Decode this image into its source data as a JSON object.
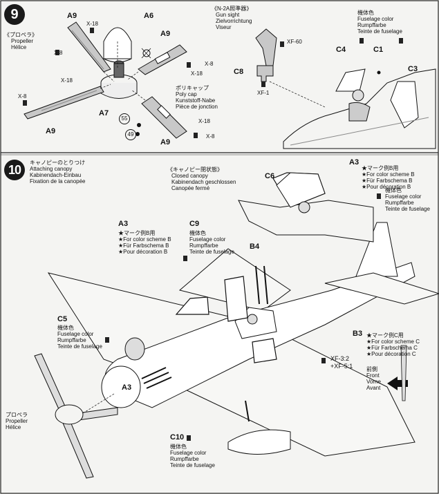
{
  "step9": {
    "number": "9",
    "title_lines": [
      "《プロペラ》",
      "Propeller",
      "Hélice"
    ],
    "gunsight_lines": [
      "《N-2A照準器》",
      "Gun sight",
      "Zielvorrichtung",
      "Viseur"
    ],
    "polycap_lines": [
      "ポリキャップ",
      "Poly cap",
      "Kunststoff-Nabe",
      "Pièce de jonction"
    ],
    "fuselage_lines": [
      "機体色",
      "Fuselage color",
      "Rumpffarbe",
      "Teinte de fuselage"
    ],
    "parts": {
      "A9_top": "A9",
      "A6": "A6",
      "A9_right": "A9",
      "A9_left": "A9",
      "A7": "A7",
      "A9_bottom": "A9",
      "C8": "C8",
      "C4": "C4",
      "C1": "C1",
      "C3": "C3"
    },
    "codes": {
      "x18_a": "X-18",
      "x8_a": "X-8",
      "x18_b": "X-18",
      "x8_b": "X-8",
      "x8_c": "X-8",
      "x18_c": "X-18",
      "x18_d": "X-18",
      "x8_d": "X-8",
      "xf60": "XF-60",
      "xf1": "XF-1"
    },
    "circled": [
      "55",
      "49"
    ]
  },
  "step10": {
    "number": "10",
    "title_lines": [
      "キャノピーのとりつけ",
      "Attaching canopy",
      "Kabinendach-Einbau",
      "Fixation de la canopée"
    ],
    "closed_lines": [
      "《キャノピー閉状態》",
      "Closed canopy",
      "Kabinendach geschlossen",
      "Canopée fermé"
    ],
    "scheme_b_lines": [
      "★マーク例B用",
      "★For color scheme B",
      "★Für Farbschema B",
      "★Pour décoration B"
    ],
    "scheme_c_lines": [
      "★マーク例C用",
      "★For color scheme C",
      "★Für Farbschema C",
      "★Pour décoration C"
    ],
    "fuselage_lines": [
      "機体色",
      "Fuselage color",
      "Rumpffarbe",
      "Teinte de fuselage"
    ],
    "front_lines": [
      "前側",
      "Front",
      "Vorne",
      "Avant"
    ],
    "propeller_lines": [
      "プロペラ",
      "Propeller",
      "Hélice"
    ],
    "parts": {
      "A3_top": "A3",
      "C6": "C6",
      "A3_mid": "A3",
      "C9": "C9",
      "B4": "B4",
      "C5": "C5",
      "B3": "B3",
      "A3_low": "A3",
      "C10": "C10"
    },
    "mix": [
      "XF-3:2",
      "+XF-5:1"
    ]
  }
}
